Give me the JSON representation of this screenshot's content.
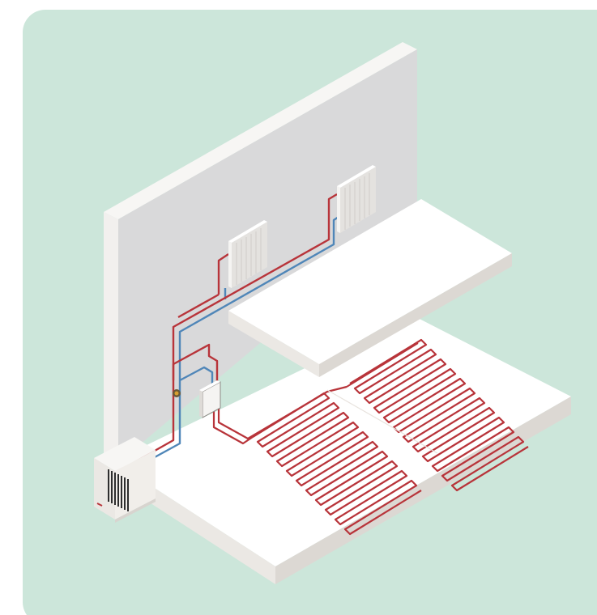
{
  "diagram": {
    "subject": "heat-pump-heating-system",
    "components": [
      {
        "id": "outdoor-heat-pump",
        "icon": "heat-pump-unit-icon"
      },
      {
        "id": "wall-radiator-lower",
        "icon": "radiator-icon"
      },
      {
        "id": "wall-radiator-upper",
        "icon": "radiator-icon"
      },
      {
        "id": "manifold-box",
        "icon": "manifold-icon"
      },
      {
        "id": "mixing-valve",
        "icon": "valve-icon"
      },
      {
        "id": "underfloor-heating-loop",
        "icon": "underfloor-coil-icon"
      }
    ],
    "colors": {
      "background_panel": "#cce6da",
      "wall": "#d9d9da",
      "wall_light": "#f2f0ee",
      "floor_top": "#ffffff",
      "floor_side": "#ebe8e4",
      "flow_pipe": "#b8343a",
      "return_pipe": "#4f86b8",
      "unit_body": "#f1eeea",
      "unit_grille": "#2e2e2e"
    }
  }
}
